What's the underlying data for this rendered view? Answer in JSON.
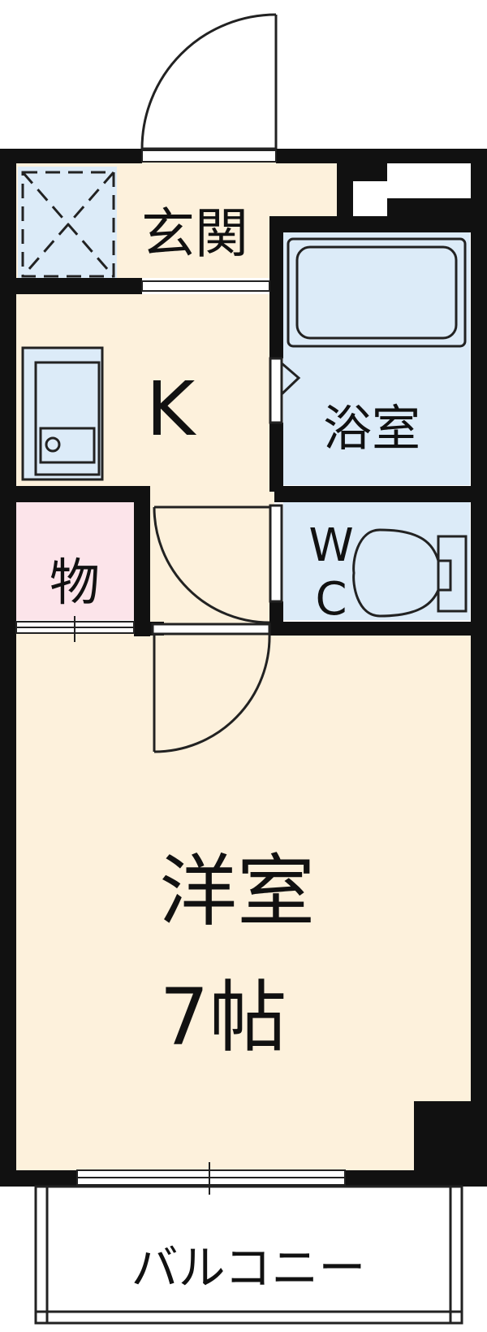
{
  "rooms": {
    "entrance": {
      "label": "玄関"
    },
    "kitchen": {
      "label": "K"
    },
    "bath": {
      "label": "浴室"
    },
    "storage": {
      "label": "物"
    },
    "wc": {
      "label_w": "W",
      "label_c": "C"
    },
    "western_room": {
      "label": "洋室",
      "size": "7帖"
    },
    "balcony": {
      "label": "バルコニー"
    }
  },
  "colors": {
    "wall": "#111111",
    "floor_beige": "#fdf1dc",
    "wet_area_blue": "#dcebf8",
    "storage_pink": "#fce4ea",
    "line": "#222222"
  }
}
